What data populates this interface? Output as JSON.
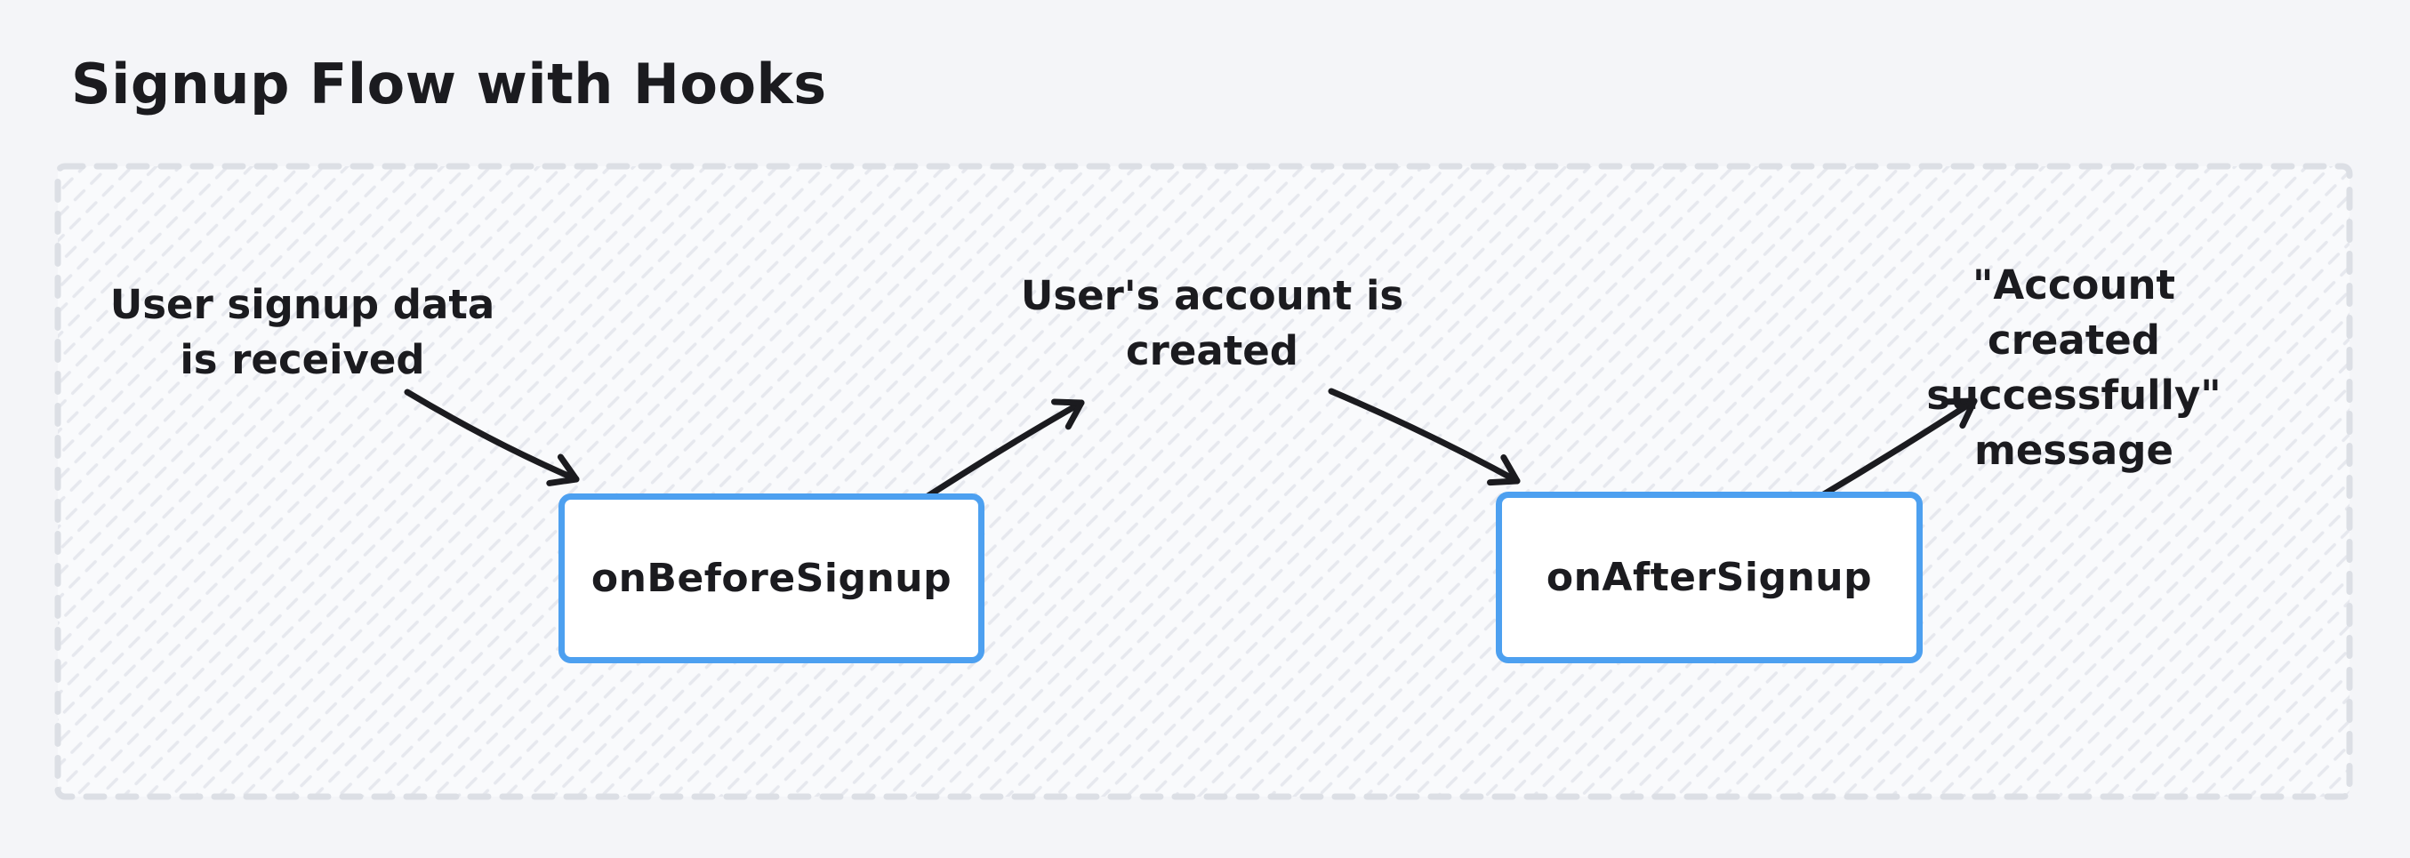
{
  "title": "Signup Flow with Hooks",
  "colors": {
    "page_bg": "#f4f5f8",
    "panel_bg": "#f9fafc",
    "hatch": "#e6e8ee",
    "dash_border": "#dcdfe5",
    "ink": "#1b1b1f",
    "node_border": "#4da0f0",
    "node_bg": "#ffffff"
  },
  "nodes": [
    {
      "label": "onBeforeSignup"
    },
    {
      "label": "onAfterSignup"
    }
  ],
  "annotations": [
    {
      "text": "User signup data\nis received"
    },
    {
      "text": "User's account is\ncreated"
    },
    {
      "text": "\"Account created\nsuccessfully\" message"
    }
  ]
}
